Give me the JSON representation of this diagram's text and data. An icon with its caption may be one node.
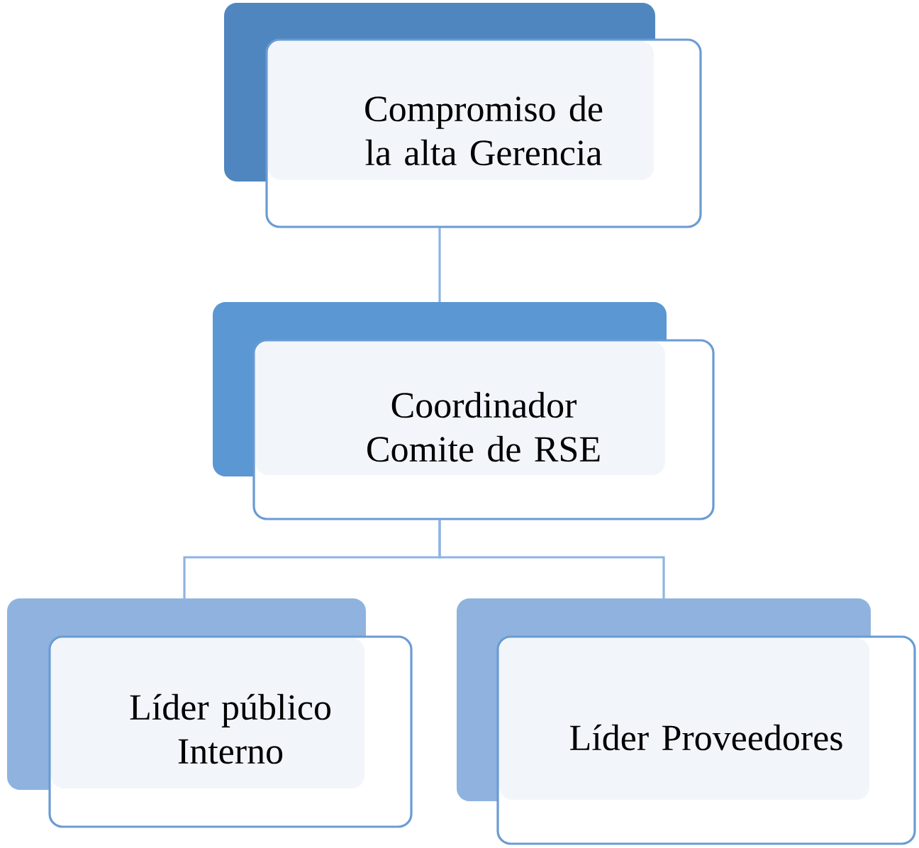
{
  "diagram": {
    "nodes": [
      {
        "text": [
          "Compromiso de la alta Gerencia"
        ]
      },
      {
        "text": [
          "Coordinador Comite de RSE"
        ]
      },
      {
        "text": [
          "Líder público Interno"
        ]
      },
      {
        "text": [
          "Líder Proveedores"
        ]
      }
    ],
    "edges": [
      {
        "from": 0,
        "to": 1,
        "arrow": "none"
      },
      {
        "from": 1,
        "to": 2,
        "arrow": "none"
      },
      {
        "from": 1,
        "to": 3,
        "arrow": "none"
      }
    ]
  }
}
